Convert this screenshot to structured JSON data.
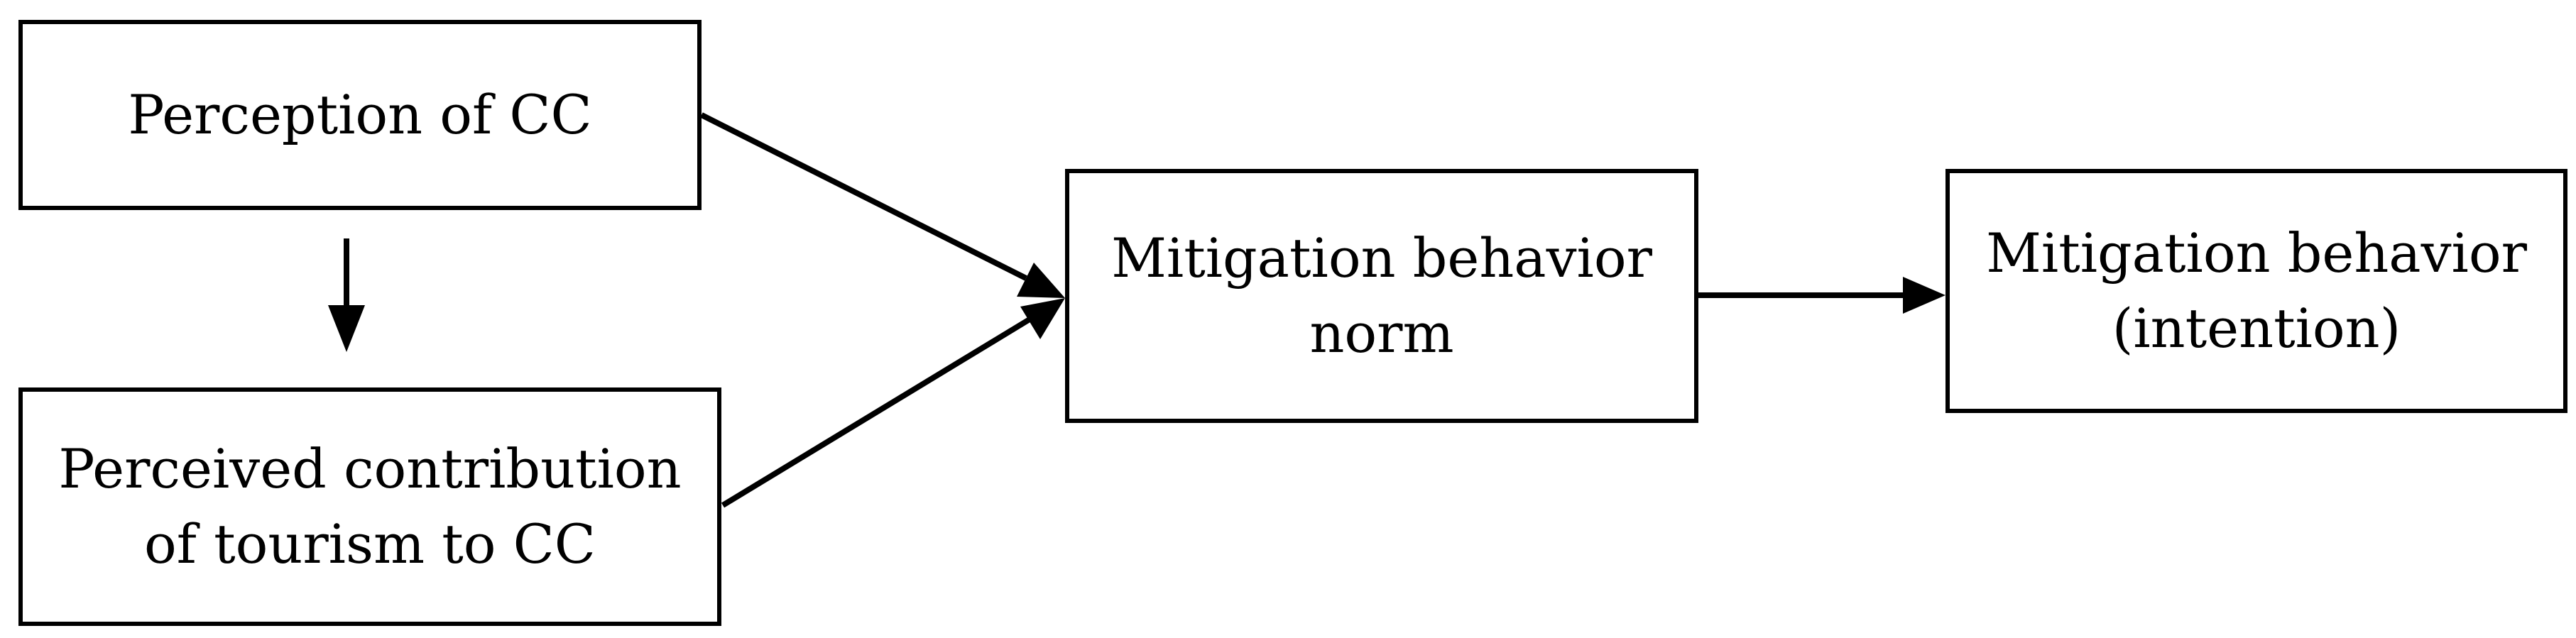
{
  "diagram": {
    "nodes": {
      "perception": {
        "lines": [
          "Perception of CC"
        ]
      },
      "contribution": {
        "lines": [
          "Perceived contribution",
          "of tourism to CC"
        ]
      },
      "norm": {
        "lines": [
          "Mitigation behavior",
          "norm"
        ]
      },
      "intention": {
        "lines": [
          "Mitigation behavior",
          "(intention)"
        ]
      }
    },
    "edges": [
      {
        "from": "perception",
        "to": "contribution"
      },
      {
        "from": "perception",
        "to": "norm"
      },
      {
        "from": "contribution",
        "to": "norm"
      },
      {
        "from": "norm",
        "to": "intention"
      }
    ],
    "colors": {
      "stroke": "#000000",
      "background": "#ffffff"
    }
  }
}
